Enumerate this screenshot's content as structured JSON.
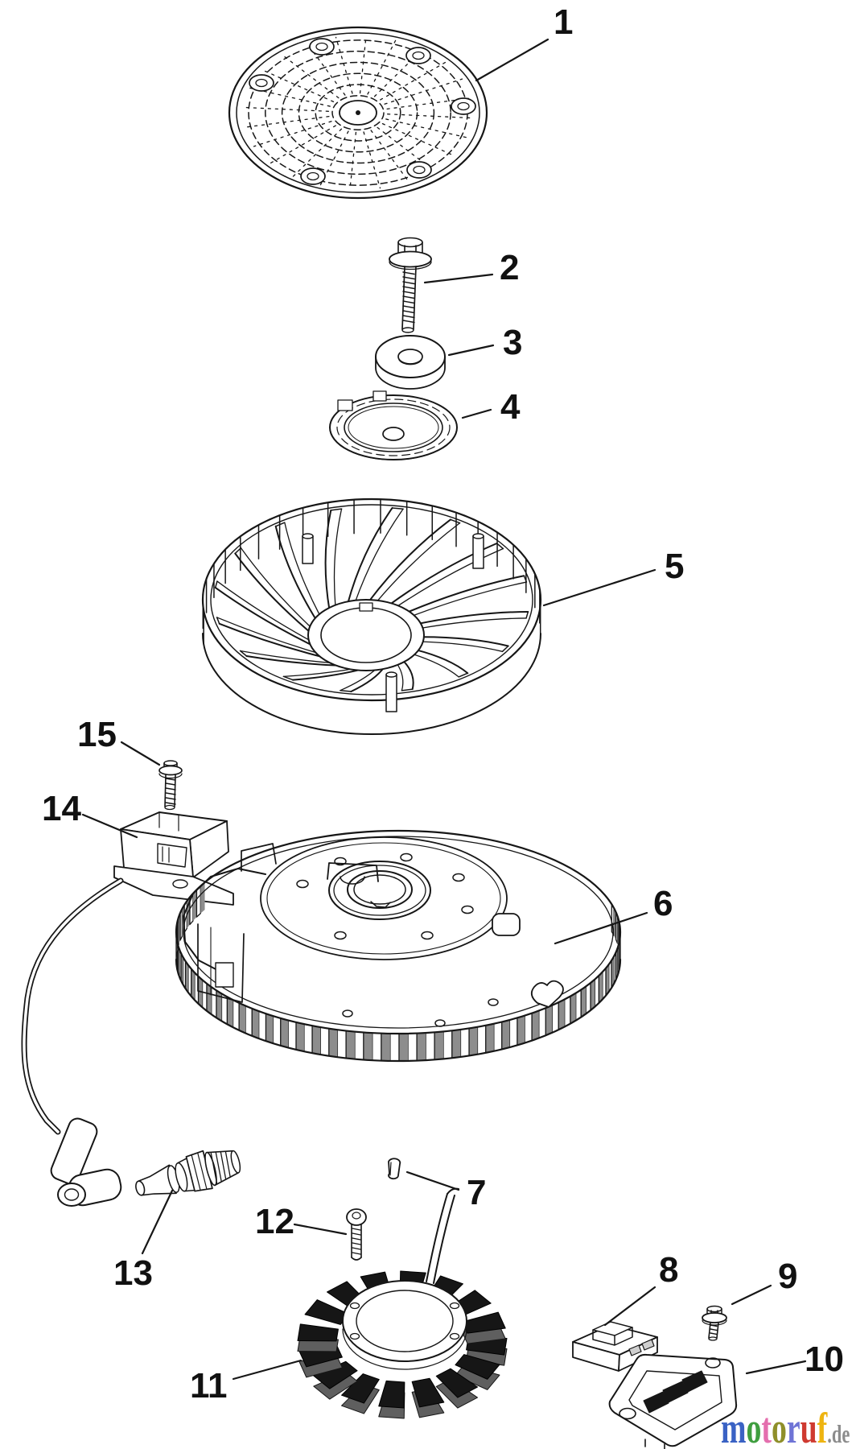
{
  "diagram": {
    "callouts": [
      {
        "label": "1"
      },
      {
        "label": "2"
      },
      {
        "label": "3"
      },
      {
        "label": "4"
      },
      {
        "label": "5"
      },
      {
        "label": "6"
      },
      {
        "label": "7"
      },
      {
        "label": "8"
      },
      {
        "label": "9"
      },
      {
        "label": "10"
      },
      {
        "label": "11"
      },
      {
        "label": "12"
      },
      {
        "label": "13"
      },
      {
        "label": "14"
      },
      {
        "label": "15"
      }
    ]
  },
  "logo": {
    "letters": [
      "m",
      "o",
      "t",
      "o",
      "r",
      "u",
      "f"
    ],
    "colors": [
      "#3a62c4",
      "#3f9e3f",
      "#e46fae",
      "#8f8f2a",
      "#6f74d6",
      "#cf3a30",
      "#eeb411"
    ],
    "tld": ".de",
    "tld_color": "#8c8c8c"
  },
  "colors": {
    "line": "#161616",
    "background": "#ffffff",
    "coil_fill": "#161616",
    "tooth_shadow": "#8d8d8d"
  }
}
